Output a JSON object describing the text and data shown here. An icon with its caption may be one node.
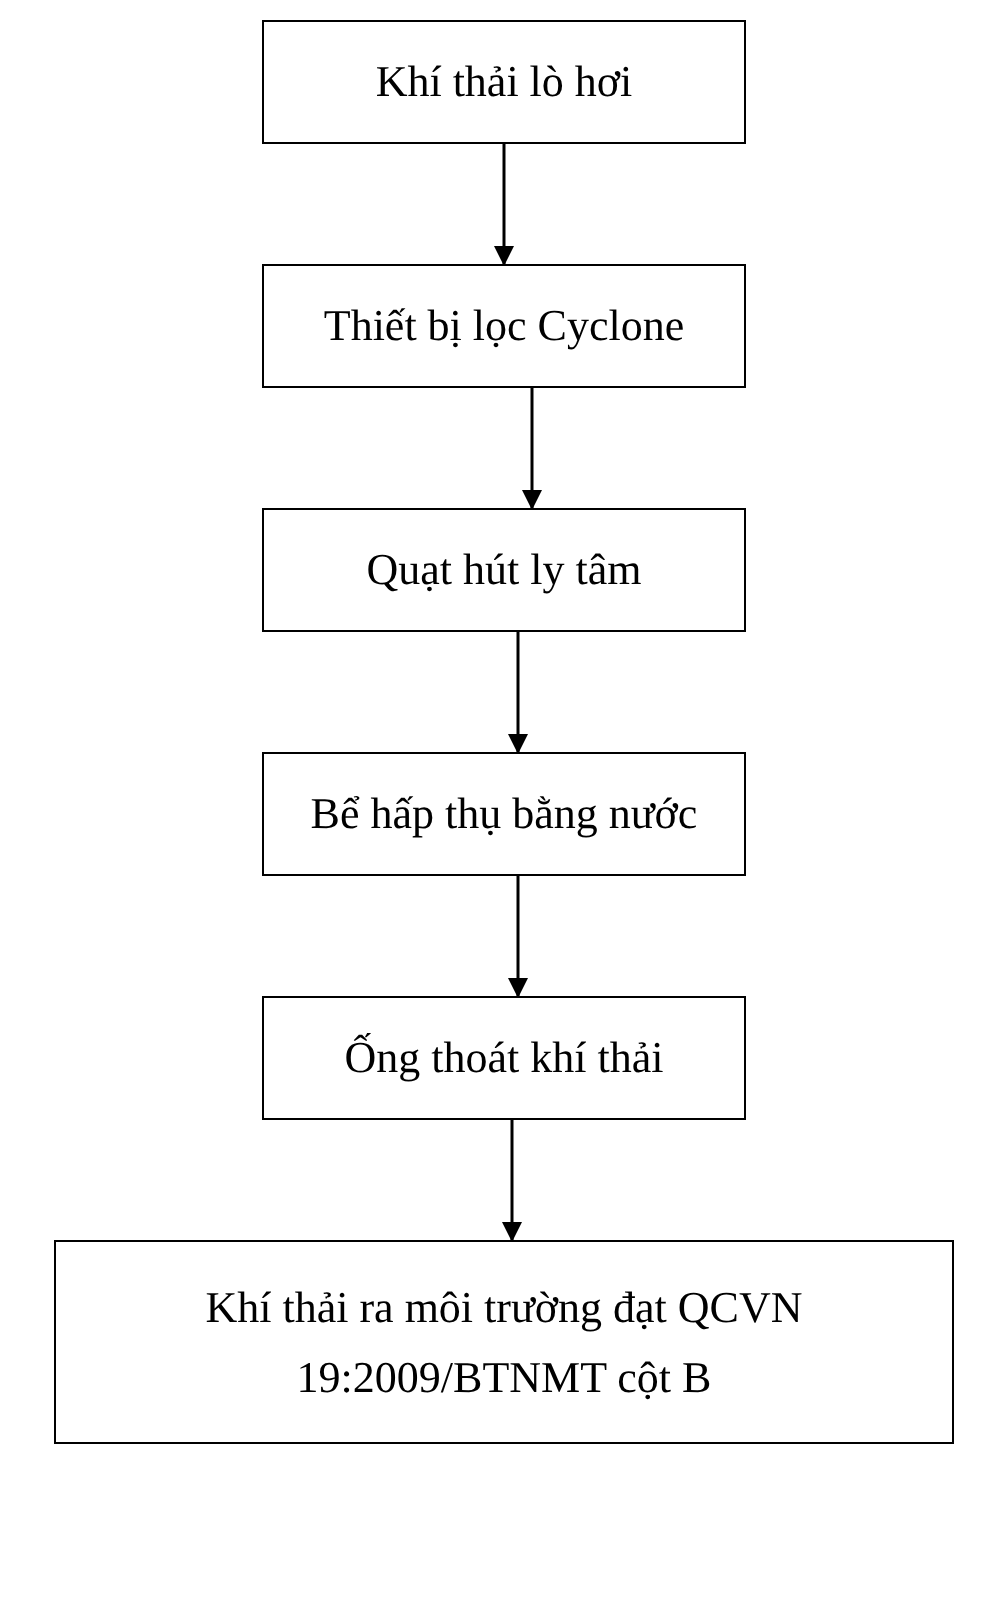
{
  "diagram": {
    "nodes": [
      {
        "text": [
          "Khí thải lò hơi"
        ]
      },
      {
        "text": [
          "Thiết bị lọc Cyclone"
        ]
      },
      {
        "text": [
          "Quạt hút ly tâm"
        ]
      },
      {
        "text": [
          "Bể hấp thụ bằng nước"
        ]
      },
      {
        "text": [
          "Ống thoát khí thải"
        ]
      },
      {
        "text": [
          "Khí thải ra môi trường đạt QCVN 19:2009/BTNMT cột B"
        ]
      }
    ],
    "edges": [
      {
        "from": 0,
        "to": 1,
        "arrow": "to"
      },
      {
        "from": 1,
        "to": 2,
        "arrow": "to"
      },
      {
        "from": 2,
        "to": 3,
        "arrow": "to"
      },
      {
        "from": 3,
        "to": 4,
        "arrow": "to"
      },
      {
        "from": 4,
        "to": 5,
        "arrow": "to"
      }
    ]
  }
}
